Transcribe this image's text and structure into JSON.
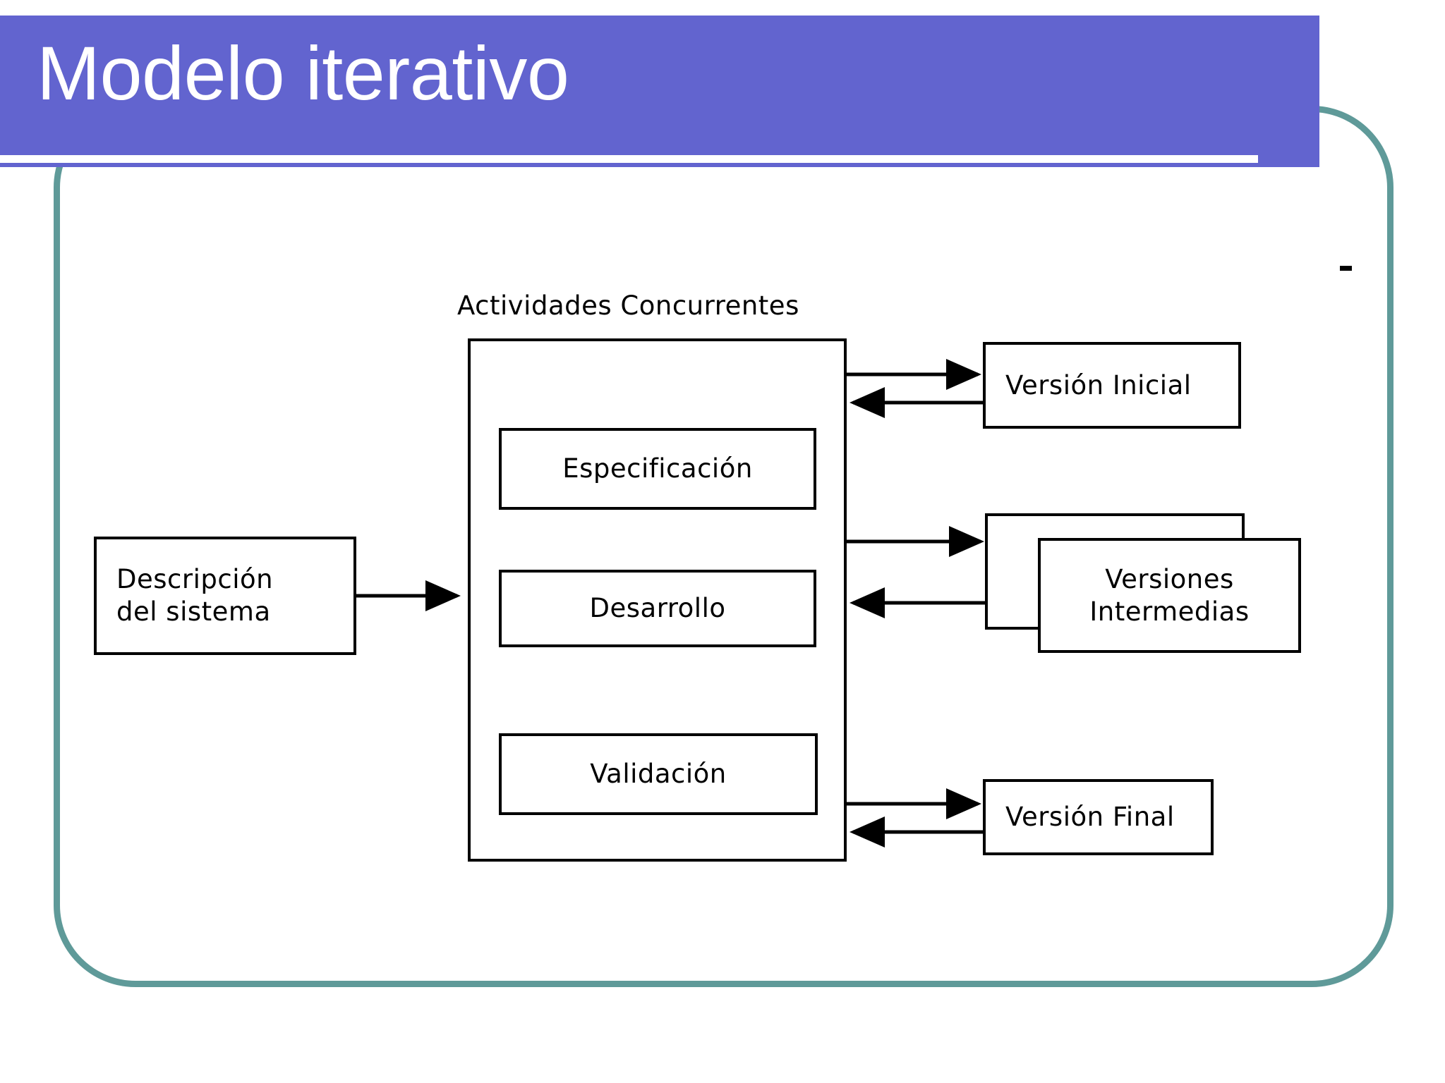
{
  "slide": {
    "title": "Modelo iterativo",
    "banner_color": "#6264cf",
    "frame_color": "#5f9a99",
    "background_color": "#ffffff"
  },
  "diagram": {
    "caption": "Actividades Concurrentes",
    "input_box": "Descripción\ndel sistema",
    "input_box_line1": "Descripción",
    "input_box_line2": "del sistema",
    "activities": [
      {
        "label": "Especificación"
      },
      {
        "label": "Desarrollo"
      },
      {
        "label": "Validación"
      }
    ],
    "outputs": [
      {
        "label": "Versión Inicial",
        "stacked": false
      },
      {
        "label": "Versiones\nIntermedias",
        "line1": "Versiones",
        "line2": "Intermedias",
        "stacked": true
      },
      {
        "label": "Versión Final",
        "stacked": false
      }
    ],
    "stroke_color": "#000000",
    "fill_color": "#ffffff"
  },
  "marks": {
    "dash": "-"
  }
}
